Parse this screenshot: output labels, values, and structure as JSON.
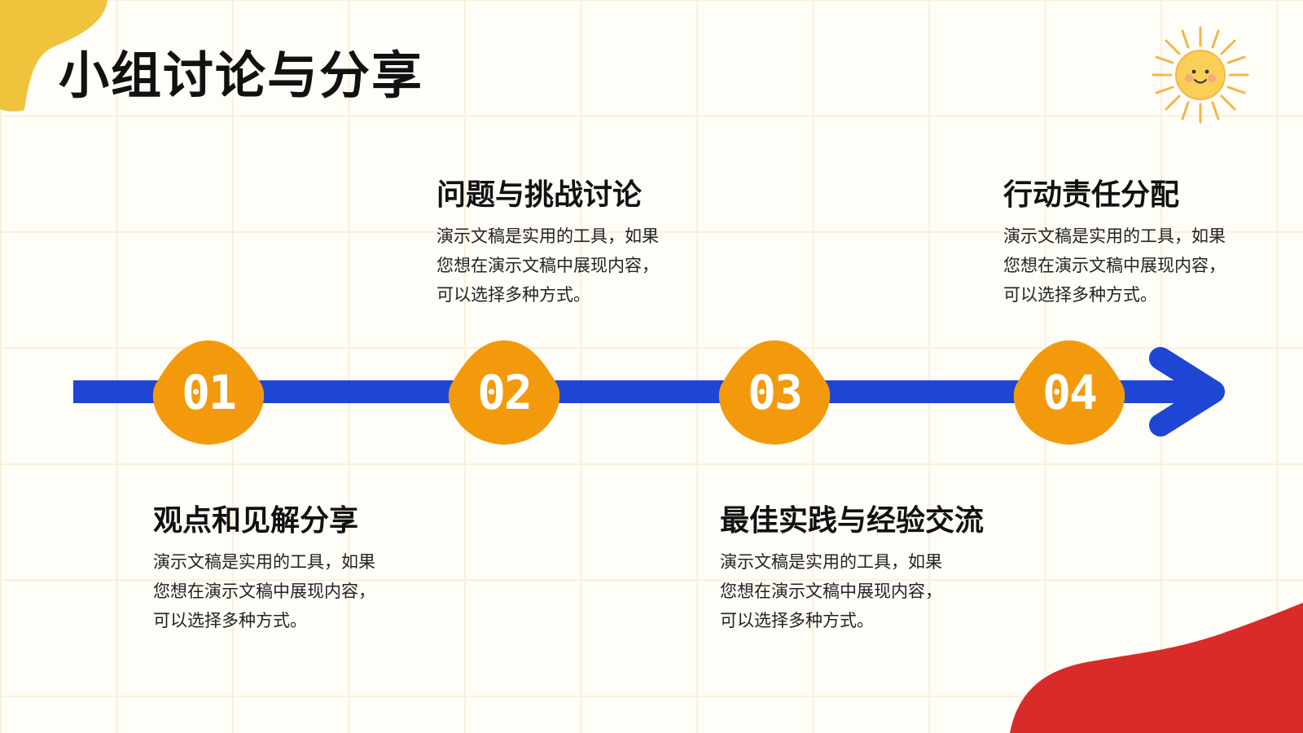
{
  "title": "小组讨论与分享",
  "colors": {
    "accent_orange": "#f39a0c",
    "arrow_blue": "#1e45d4",
    "blob_yellow": "#f0c33d",
    "blob_red": "#d92c2a"
  },
  "decorations": {
    "sun": "sun-icon"
  },
  "steps": [
    {
      "number": "01",
      "title": "观点和见解分享",
      "desc": "演示文稿是实用的工具，如果您想在演示文稿中展现内容，可以选择多种方式。"
    },
    {
      "number": "02",
      "title": "问题与挑战讨论",
      "desc": "演示文稿是实用的工具，如果您想在演示文稿中展现内容，可以选择多种方式。"
    },
    {
      "number": "03",
      "title": "最佳实践与经验交流",
      "desc": "演示文稿是实用的工具，如果您想在演示文稿中展现内容，可以选择多种方式。"
    },
    {
      "number": "04",
      "title": "行动责任分配",
      "desc": "演示文稿是实用的工具，如果您想在演示文稿中展现内容，可以选择多种方式。"
    }
  ]
}
